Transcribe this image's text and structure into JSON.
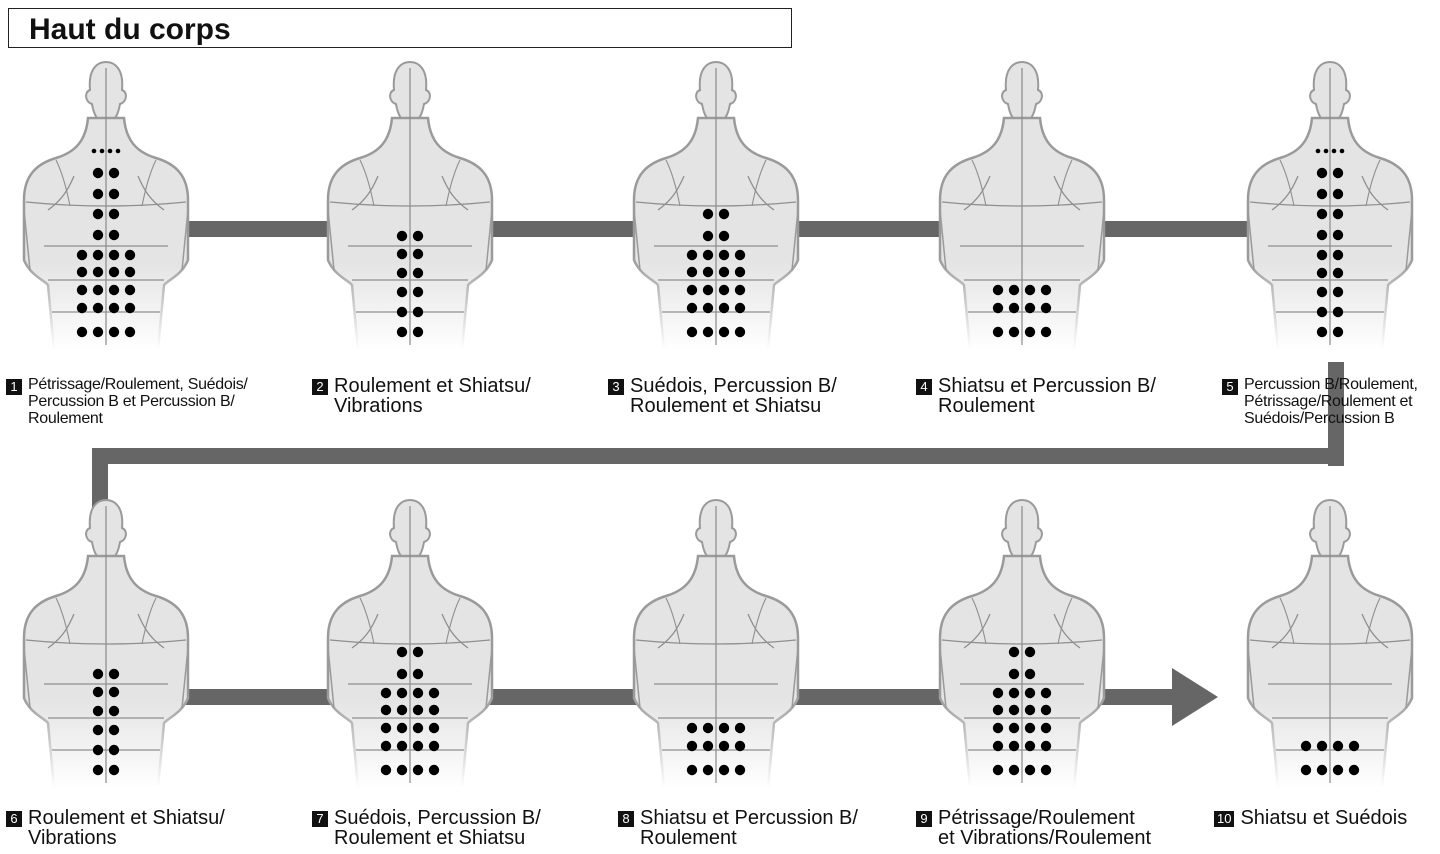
{
  "title": "Haut du corps",
  "colors": {
    "connector": "#666666",
    "body_fill": "#e4e4e4",
    "body_outline": "#9a9a9a",
    "dot": "#000000"
  },
  "steps": [
    {
      "number": "1",
      "caption": "Pétrissage/Roulement, Suédois/\nPercussion B et Percussion B/\nRoulement",
      "dot_pattern": "full_spine_with_neck"
    },
    {
      "number": "2",
      "caption": "Roulement et Shiatsu/\nVibrations",
      "dot_pattern": "mid_back_pairs"
    },
    {
      "number": "3",
      "caption": "Suédois, Percussion B/\nRoulement et Shiatsu",
      "dot_pattern": "upper_and_lower_back"
    },
    {
      "number": "4",
      "caption": "Shiatsu et Percussion B/\nRoulement",
      "dot_pattern": "lower_back_quads"
    },
    {
      "number": "5",
      "caption": "Percussion B/Roulement,\nPétrissage/Roulement et\nSuédois/Percussion B",
      "dot_pattern": "spine_pairs_with_neck"
    },
    {
      "number": "6",
      "caption": "Roulement et Shiatsu/\nVibrations",
      "dot_pattern": "mid_back_pairs"
    },
    {
      "number": "7",
      "caption": "Suédois, Percussion B/\nRoulement et Shiatsu",
      "dot_pattern": "upper_and_lower_back"
    },
    {
      "number": "8",
      "caption": "Shiatsu et Percussion B/\nRoulement",
      "dot_pattern": "lower_back_quads"
    },
    {
      "number": "9",
      "caption": "Pétrissage/Roulement\net Vibrations/Roulement",
      "dot_pattern": "upper_and_lower_back"
    },
    {
      "number": "10",
      "caption": "Shiatsu et Suédois",
      "dot_pattern": "lumbar_quads"
    }
  ]
}
